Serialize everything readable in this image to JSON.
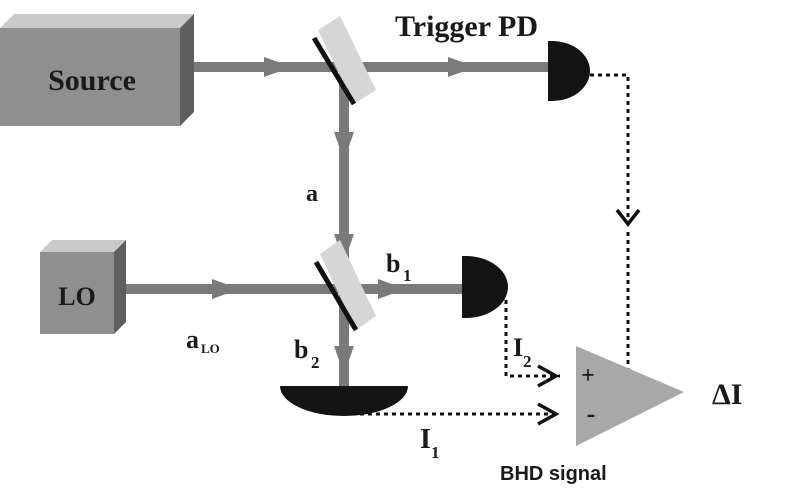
{
  "labels": {
    "source": "Source",
    "trigger_pd": "Trigger PD",
    "lo": "LO",
    "a": "a",
    "a_lo_main": "a",
    "a_lo_sub": "LO",
    "b1_main": "b",
    "b1_sub": "1",
    "b2_main": "b",
    "b2_sub": "2",
    "i1_main": "I",
    "i1_sub": "1",
    "i2_main": "I",
    "i2_sub": "2",
    "plus": "+",
    "minus": "-",
    "delta_i": "ΔI",
    "bhd_signal": "BHD signal"
  },
  "colors": {
    "beam": "#7a7a7a",
    "box_front": "#8f8f8f",
    "box_light": "#c9c9c9",
    "box_dark": "#5e5e5e",
    "detector": "#141414",
    "splitter_plate": "#d6d6d6",
    "amplifier": "#a8a8a8",
    "signal_line": "#111111"
  }
}
